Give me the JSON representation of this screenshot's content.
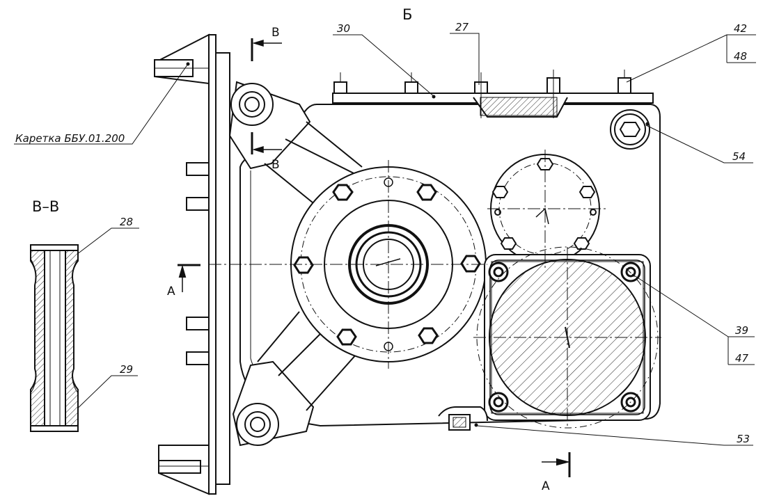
{
  "drawing": {
    "view_label": "Б",
    "section_title": "В–В",
    "carriage_label": "Каретка ББУ.01.200",
    "section_marks": {
      "b_top": "В",
      "b_bottom": "В",
      "a_left": "А",
      "a_bottom": "А"
    },
    "callouts": {
      "c30": "30",
      "c27": "27",
      "c42": "42",
      "c48": "48",
      "c54": "54",
      "c39": "39",
      "c47": "47",
      "c53": "53",
      "c28": "28",
      "c29": "29"
    }
  }
}
